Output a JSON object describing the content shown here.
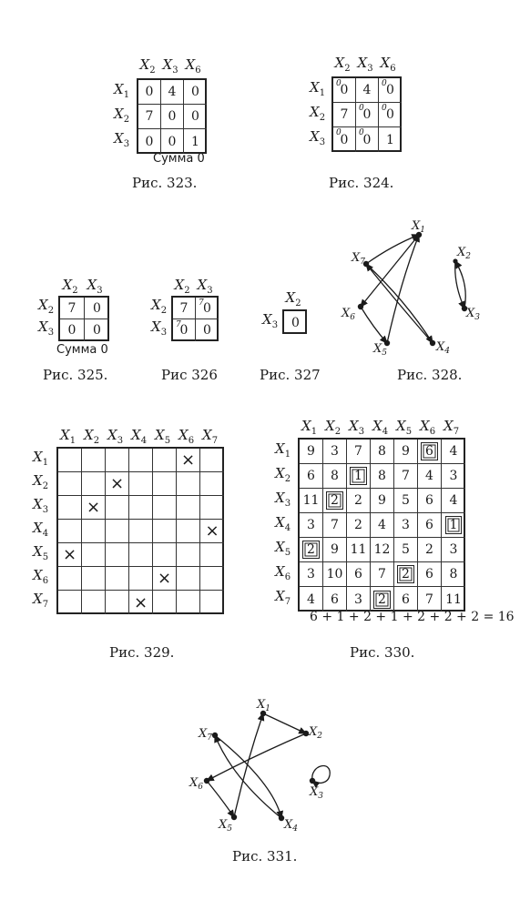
{
  "fig323": {
    "cols": [
      "2",
      "3",
      "6"
    ],
    "rows": [
      "1",
      "2",
      "3"
    ],
    "cells": [
      [
        "0",
        "4",
        "0"
      ],
      [
        "7",
        "0",
        "0"
      ],
      [
        "0",
        "0",
        "1"
      ]
    ],
    "sum": "Сумма 0",
    "caption": "Рис. 323."
  },
  "fig324": {
    "cols": [
      "2",
      "3",
      "6"
    ],
    "rows": [
      "1",
      "2",
      "3"
    ],
    "cells": [
      [
        "0",
        "4",
        "0"
      ],
      [
        "7",
        "0",
        "0"
      ],
      [
        "0",
        "0",
        "1"
      ]
    ],
    "mini": [
      [
        "0",
        "",
        "0"
      ],
      [
        "",
        "0",
        "0"
      ],
      [
        "0",
        "0",
        ""
      ]
    ],
    "caption": "Рис. 324."
  },
  "fig325": {
    "cols": [
      "2",
      "3"
    ],
    "rows": [
      "2",
      "3"
    ],
    "cells": [
      [
        "7",
        "0"
      ],
      [
        "0",
        "0"
      ]
    ],
    "sum": "Сумма 0",
    "caption": "Рис. 325."
  },
  "fig326": {
    "cols": [
      "2",
      "3"
    ],
    "rows": [
      "2",
      "3"
    ],
    "cells": [
      [
        "7",
        "0"
      ],
      [
        "0",
        "0"
      ]
    ],
    "mini": [
      [
        "",
        "7"
      ],
      [
        "7",
        ""
      ]
    ],
    "caption": "Рис 326"
  },
  "fig327": {
    "cols": [
      "2"
    ],
    "rows": [
      "3"
    ],
    "cells": [
      [
        "0"
      ]
    ],
    "caption": "Рис. 327"
  },
  "fig328": {
    "nodes": [
      "1",
      "2",
      "3",
      "4",
      "5",
      "6",
      "7"
    ],
    "caption": "Рис. 328."
  },
  "fig329": {
    "cols": [
      "1",
      "2",
      "3",
      "4",
      "5",
      "6",
      "7"
    ],
    "rows": [
      "1",
      "2",
      "3",
      "4",
      "5",
      "6",
      "7"
    ],
    "marks": [
      [
        0,
        5
      ],
      [
        1,
        2
      ],
      [
        2,
        1
      ],
      [
        3,
        6
      ],
      [
        4,
        0
      ],
      [
        5,
        4
      ],
      [
        6,
        3
      ]
    ],
    "mark_symbol": "×",
    "caption": "Рис. 329."
  },
  "fig330": {
    "cols": [
      "1",
      "2",
      "3",
      "4",
      "5",
      "6",
      "7"
    ],
    "rows": [
      "1",
      "2",
      "3",
      "4",
      "5",
      "6",
      "7"
    ],
    "cells": [
      [
        "9",
        "3",
        "7",
        "8",
        "9",
        "6",
        "4"
      ],
      [
        "6",
        "8",
        "1",
        "8",
        "7",
        "4",
        "3"
      ],
      [
        "11",
        "2",
        "2",
        "9",
        "5",
        "6",
        "4"
      ],
      [
        "3",
        "7",
        "2",
        "4",
        "3",
        "6",
        "1"
      ],
      [
        "2",
        "9",
        "11",
        "12",
        "5",
        "2",
        "3"
      ],
      [
        "3",
        "10",
        "6",
        "7",
        "2",
        "6",
        "8"
      ],
      [
        "4",
        "6",
        "3",
        "2",
        "6",
        "7",
        "11"
      ]
    ],
    "boxed": [
      [
        0,
        5
      ],
      [
        1,
        2
      ],
      [
        2,
        1
      ],
      [
        3,
        6
      ],
      [
        4,
        0
      ],
      [
        5,
        4
      ],
      [
        6,
        3
      ]
    ],
    "sum": "6 + 1 + 2 + 1 + 2 + 2 + 2 = 16",
    "caption": "Рис. 330."
  },
  "fig331": {
    "nodes": [
      "1",
      "2",
      "3",
      "4",
      "5",
      "6",
      "7"
    ],
    "caption": "Рис. 331."
  },
  "var_letter": "X"
}
